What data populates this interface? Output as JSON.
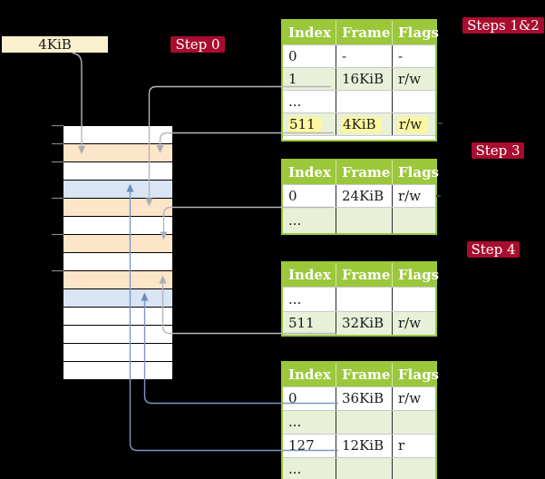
{
  "legend": {
    "page_size_label": "4KiB"
  },
  "badges": {
    "step0": "Step 0",
    "steps12": "Steps 1&2",
    "step3": "Step 3",
    "step4": "Step 4"
  },
  "memory": {
    "description": "physical memory column, 14 frames of 4KiB",
    "rows": [
      "free",
      "pagetable",
      "free",
      "datapage",
      "pagetable",
      "free",
      "pagetable",
      "free",
      "pagetable",
      "datapage",
      "free",
      "free",
      "free",
      "free"
    ]
  },
  "tables": [
    {
      "name": "root page table at 4KiB (Steps 1&2)",
      "headers": [
        "Index",
        "Frame",
        "Flags"
      ],
      "rows": [
        [
          "0",
          "-",
          "-"
        ],
        [
          "1",
          "16KiB",
          "r/w"
        ],
        [
          "...",
          "",
          ""
        ],
        [
          "511",
          "4KiB",
          "r/w"
        ]
      ],
      "highlighted_row": "511"
    },
    {
      "name": "page table at 16KiB (Step 3)",
      "headers": [
        "Index",
        "Frame",
        "Flags"
      ],
      "rows": [
        [
          "0",
          "24KiB",
          "r/w"
        ],
        [
          "...",
          "",
          ""
        ]
      ]
    },
    {
      "name": "page table at 24KiB (Step 4)",
      "headers": [
        "Index",
        "Frame",
        "Flags"
      ],
      "rows": [
        [
          "...",
          "",
          ""
        ],
        [
          "511",
          "32KiB",
          "r/w"
        ]
      ]
    },
    {
      "name": "page table at 32KiB",
      "headers": [
        "Index",
        "Frame",
        "Flags"
      ],
      "rows": [
        [
          "0",
          "36KiB",
          "r/w"
        ],
        [
          "...",
          "",
          ""
        ],
        [
          "127",
          "12KiB",
          "r"
        ],
        [
          "...",
          "",
          ""
        ]
      ]
    }
  ],
  "colors": {
    "background": "#000000",
    "badge_crimson": "#a80d2e",
    "table_header_green": "#9bc83b",
    "table_alt_row_green": "#e9f0d8",
    "highlight_yellow": "#fdf7a0",
    "legend_cream": "#fbf0cd",
    "memory_pagetable_orange": "#fce5c9",
    "memory_datapage_blue": "#d9e4f5",
    "connector_gray": "#b5b5bd",
    "connector_blue": "#7d98c5"
  }
}
